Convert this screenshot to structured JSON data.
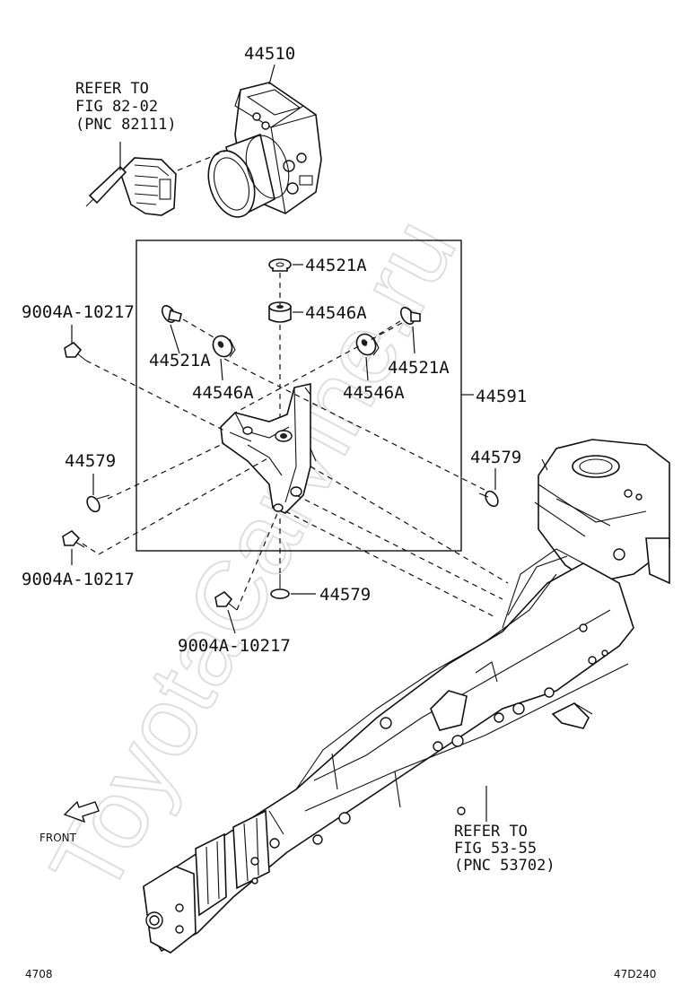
{
  "watermark": "ToyotaCarvine.ru",
  "labels": {
    "abs_actuator": "44510",
    "cushion_top": "44521A",
    "grommet_top": "44546A",
    "cushion_left": "44521A",
    "cushion_right": "44521A",
    "grommet_left": "44546A",
    "grommet_right": "44546A",
    "bracket_assy": "44591",
    "bolt_left_upper": "9004A-10217",
    "bolt_left_lower": "9004A-10217",
    "bolt_bottom": "9004A-10217",
    "screw_left": "44579",
    "screw_right": "44579",
    "screw_bottom": "44579"
  },
  "refer_connector": {
    "line1": "REFER TO",
    "line2": "FIG 82-02",
    "line3": "(PNC 82111)"
  },
  "refer_body": {
    "line1": "REFER TO",
    "line2": "FIG 53-55",
    "line3": "(PNC 53702)"
  },
  "front_label": "FRONT",
  "footer": {
    "left_code": "4708",
    "right_code": "47D240"
  }
}
